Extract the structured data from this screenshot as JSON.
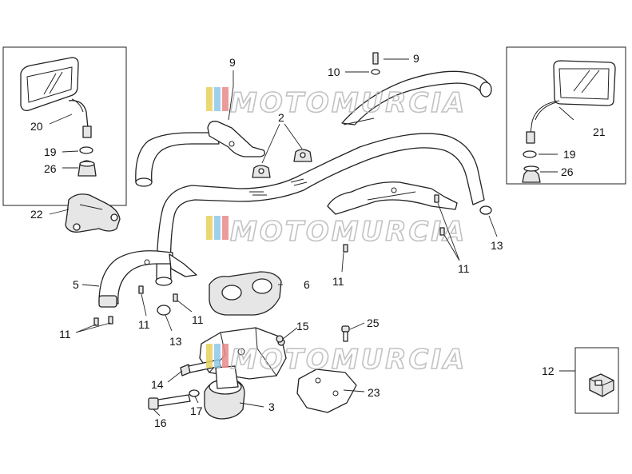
{
  "watermark": {
    "text": "MOTOMURCIA",
    "stripe_colors": [
      "#e8d25a",
      "#8fc8e8",
      "#e88a8a"
    ]
  },
  "callouts": {
    "c9a": "9",
    "c9b": "9",
    "c10": "10",
    "c2": "2",
    "c20": "20",
    "c19a": "19",
    "c26a": "26",
    "c21": "21",
    "c19b": "19",
    "c26b": "26",
    "c22": "22",
    "c13a": "13",
    "c5": "5",
    "c6": "6",
    "c11a": "11",
    "c11b": "11",
    "c11c": "11",
    "c11d": "11",
    "c11e": "11",
    "c13b": "13",
    "c15": "15",
    "c25": "25",
    "c12": "12",
    "c14": "14",
    "c23": "23",
    "c16": "16",
    "c17": "17",
    "c3": "3"
  }
}
